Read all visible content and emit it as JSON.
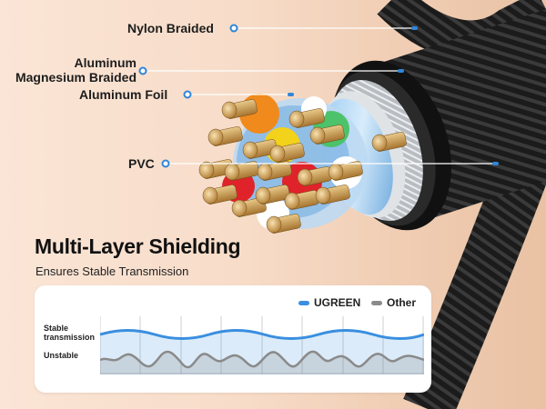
{
  "callouts": {
    "nylon": "Nylon Braided",
    "aluminum_magnesium": "Aluminum\nMagnesium Braided",
    "aluminum_foil": "Aluminum Foil",
    "pvc": "PVC"
  },
  "heading": "Multi-Layer Shielding",
  "subheading": "Ensures Stable Transmission",
  "comparison": {
    "legend": [
      {
        "label": "UGREEN",
        "color": "#3a8fe0"
      },
      {
        "label": "Other",
        "color": "#8a8a8a"
      }
    ],
    "stable_label": "Stable\ntransmission",
    "unstable_label": "Unstable"
  },
  "colors": {
    "cable_jacket": "#1a1a1a",
    "dot_blue": "#2f86d8",
    "wire_orange": "#f08a1c",
    "wire_yellow": "#f2d21a",
    "wire_green": "#4cc26a",
    "wire_red": "#e0232a",
    "pin_gold": "#d3a45a"
  },
  "icons": [
    "cable-cross-section-illustration",
    "callout-dot-icon"
  ]
}
